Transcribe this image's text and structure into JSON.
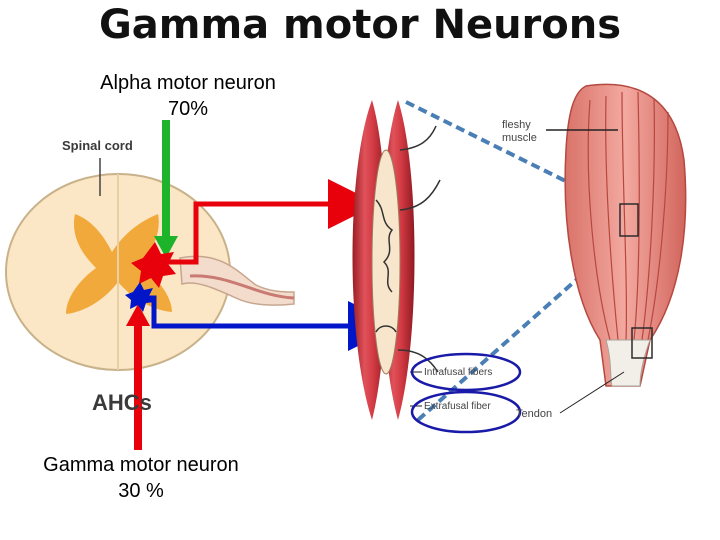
{
  "title": "Gamma motor Neurons",
  "alpha_caption": "Alpha motor neuron\n70%",
  "gamma_caption": "Gamma motor neuron\n30 %",
  "labels": {
    "spinal_cord": "Spinal cord",
    "ahcs": "AHCs",
    "fleshy_muscle": "fleshy\nmuscle",
    "intrafusal": "Intrafusal fibers",
    "extrafusal": "Extrafusal fiber",
    "tendon": "Tendon"
  },
  "colors": {
    "alpha_path": "#e8000b",
    "gamma_path": "#0016c8",
    "green_arrow": "#1db32a",
    "dashed_line": "#4a7fb5",
    "highlight_oval": "#1a1aa8",
    "muscle": "#c8323a",
    "grey_matter": "#f2a93b"
  }
}
